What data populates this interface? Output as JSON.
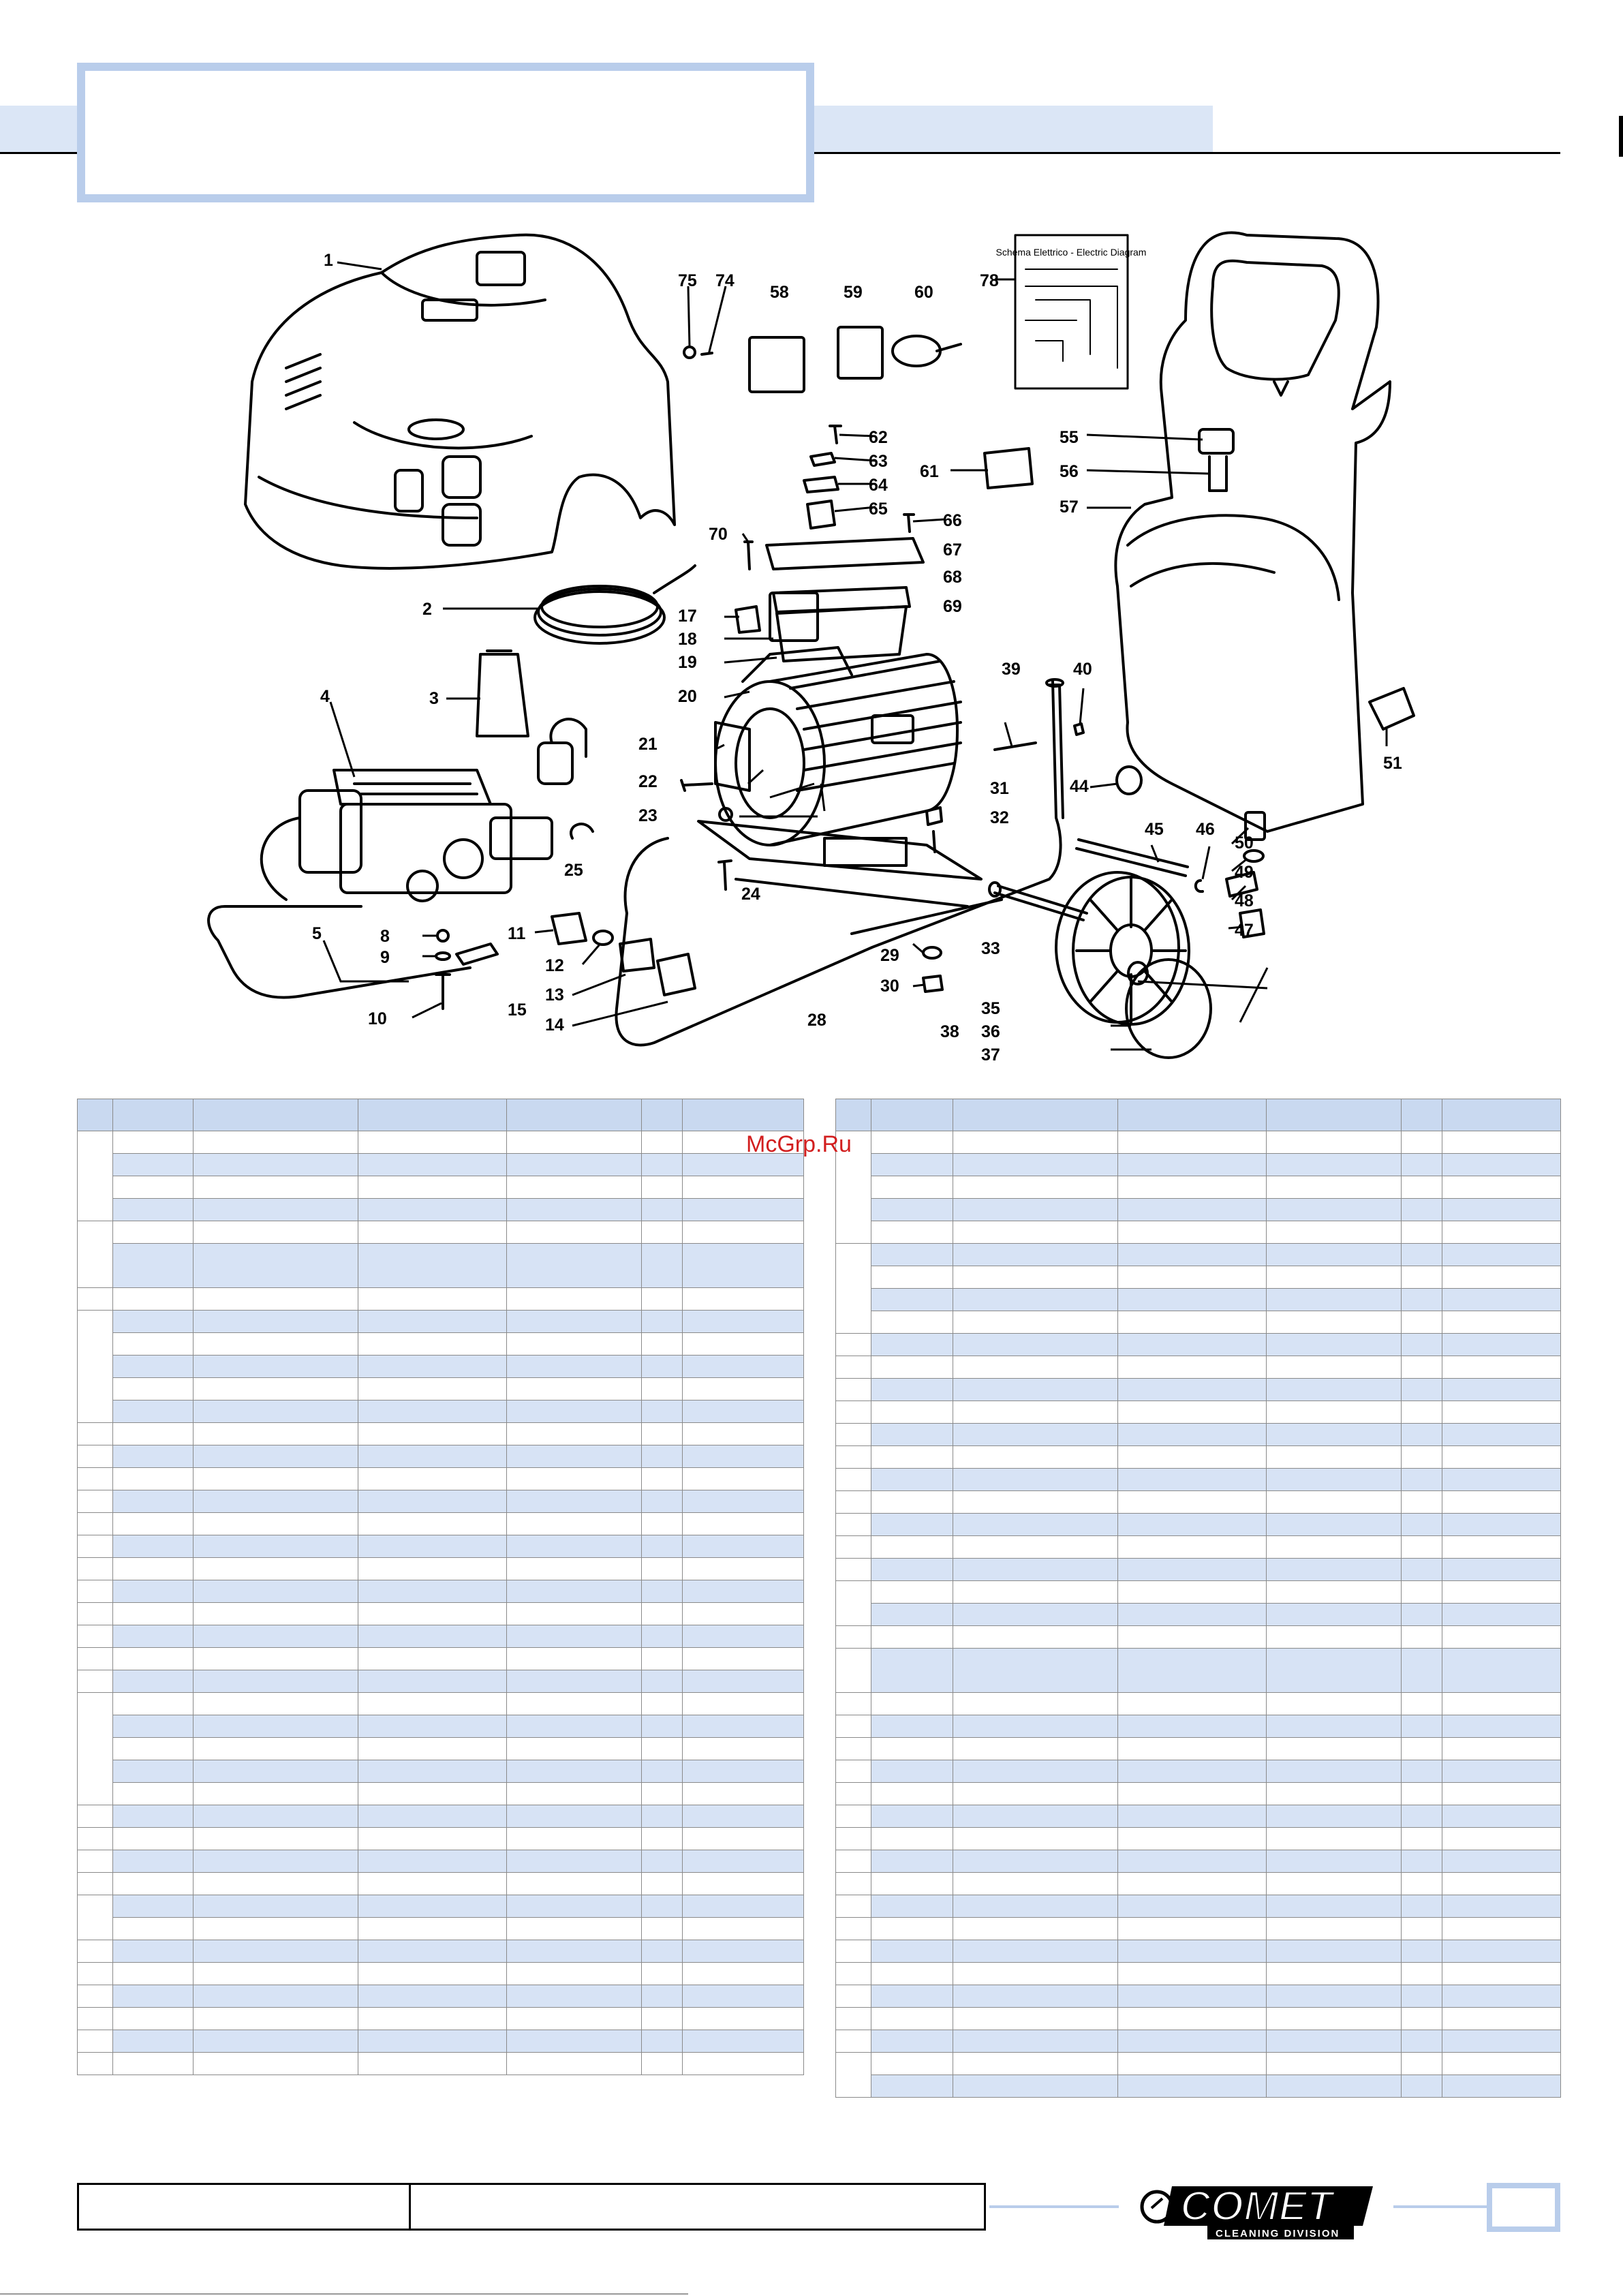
{
  "watermark": "McGrp.Ru",
  "callouts": [
    "1",
    "2",
    "3",
    "4",
    "5",
    "8",
    "9",
    "10",
    "11",
    "12",
    "13",
    "14",
    "15",
    "17",
    "18",
    "19",
    "20",
    "21",
    "22",
    "23",
    "24",
    "25",
    "28",
    "29",
    "30",
    "31",
    "32",
    "33",
    "35",
    "36",
    "37",
    "38",
    "39",
    "40",
    "44",
    "45",
    "46",
    "47",
    "48",
    "49",
    "50",
    "51",
    "55",
    "56",
    "57",
    "58",
    "59",
    "60",
    "61",
    "62",
    "63",
    "64",
    "65",
    "66",
    "67",
    "68",
    "69",
    "70",
    "74",
    "75",
    "78"
  ],
  "diagram_text": {
    "electric_diagram": "Schema Elettrico - Electric Diagram"
  },
  "logo": {
    "word": "COMET",
    "sub": "CLEANING DIVISION"
  },
  "colors": {
    "accent_blue": "#b9cdeb",
    "band_blue": "#dbe6f6",
    "row_blue": "#d7e3f5",
    "watermark_red": "#d21e1e"
  }
}
